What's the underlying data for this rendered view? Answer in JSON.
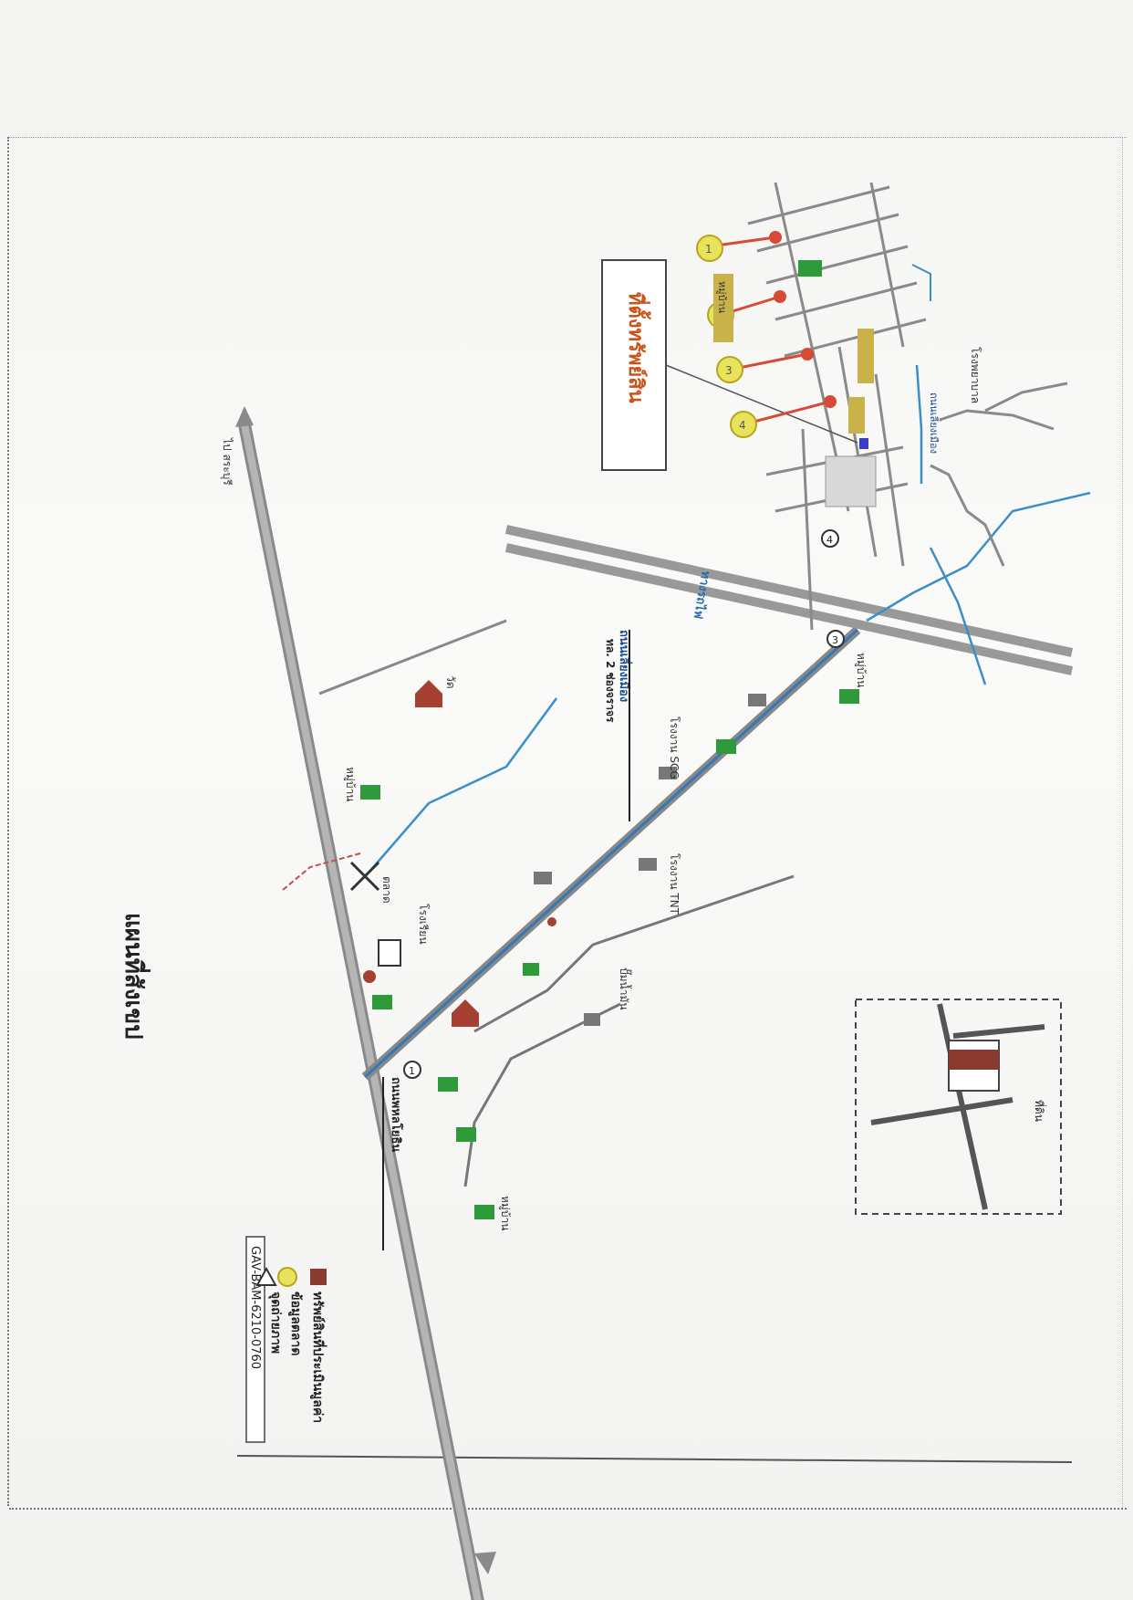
{
  "map": {
    "title": "แผนที่สังเขป",
    "report_code": "GAV-BAM-6210-0760",
    "site_label": "ที่ตั้งทรัพย์สิน",
    "legend": {
      "property": "ทรัพย์สินที่ประเมินมูลค่า",
      "market_data": "ข้อมูลตลาด",
      "photo_point": "จุดถ่ายภาพ"
    },
    "market_numbers": [
      "1",
      "2",
      "3",
      "4"
    ],
    "route_numbers": [
      "1",
      "3",
      "4"
    ],
    "inset_label": "ที่ดิน",
    "road_labels": {
      "main_road_name": "ถนนพหลโยธิน",
      "secondary_road_name": "ถนนเลี่ยงเมือง",
      "secondary_road_code": "ทล. 2 ช่องจราจร",
      "railway": "ทางรถไฟ",
      "to_direction": "ไป สระบุรี"
    },
    "places": {
      "tnt_factory": "โรงงาน TNT",
      "scg_factory": "โรงงาน SCG",
      "gas_station": "ปั๊มน้ำมัน",
      "village": "หมู่บ้าน",
      "temple": "วัด",
      "market": "ตลาด",
      "school": "โรงเรียน",
      "hospital": "โรงพยาบาล"
    }
  },
  "colors": {
    "road": "#9a9a9a",
    "road_edge": "#666666",
    "canal": "#3a8fc8",
    "highlight_road": "#3478b8",
    "property_marker": "#8b3a2f",
    "market_marker_fill": "#e8e35a",
    "market_marker_stroke": "#b8a31f",
    "market_pin": "#d64a36",
    "label_bg": "#c9b24a",
    "village_icon": "#2f9a3a"
  }
}
